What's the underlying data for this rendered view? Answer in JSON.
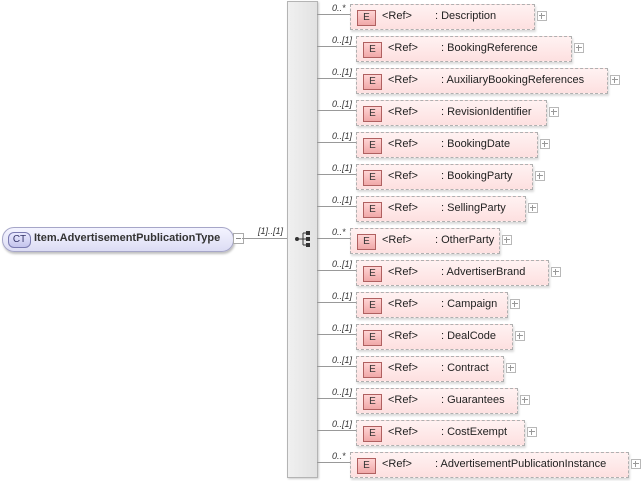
{
  "complex_type": {
    "badge": "CT",
    "name": "Item.AdvertisementPublicationType",
    "cardinality": "[1]..[1]"
  },
  "compositor": {
    "icon": "sequence-icon"
  },
  "elements": [
    {
      "badge": "E",
      "ref": "<Ref>",
      "name": ": Description",
      "cardinality": "0..*"
    },
    {
      "badge": "E",
      "ref": "<Ref>",
      "name": ": BookingReference",
      "cardinality": "0..[1]"
    },
    {
      "badge": "E",
      "ref": "<Ref>",
      "name": ": AuxiliaryBookingReferences",
      "cardinality": "0..[1]"
    },
    {
      "badge": "E",
      "ref": "<Ref>",
      "name": ": RevisionIdentifier",
      "cardinality": "0..[1]"
    },
    {
      "badge": "E",
      "ref": "<Ref>",
      "name": ": BookingDate",
      "cardinality": "0..[1]"
    },
    {
      "badge": "E",
      "ref": "<Ref>",
      "name": ": BookingParty",
      "cardinality": "0..[1]"
    },
    {
      "badge": "E",
      "ref": "<Ref>",
      "name": ": SellingParty",
      "cardinality": "0..[1]"
    },
    {
      "badge": "E",
      "ref": "<Ref>",
      "name": ": OtherParty",
      "cardinality": "0..*"
    },
    {
      "badge": "E",
      "ref": "<Ref>",
      "name": ": AdvertiserBrand",
      "cardinality": "0..[1]"
    },
    {
      "badge": "E",
      "ref": "<Ref>",
      "name": ": Campaign",
      "cardinality": "0..[1]"
    },
    {
      "badge": "E",
      "ref": "<Ref>",
      "name": ": DealCode",
      "cardinality": "0..[1]"
    },
    {
      "badge": "E",
      "ref": "<Ref>",
      "name": ": Contract",
      "cardinality": "0..[1]"
    },
    {
      "badge": "E",
      "ref": "<Ref>",
      "name": ": Guarantees",
      "cardinality": "0..[1]"
    },
    {
      "badge": "E",
      "ref": "<Ref>",
      "name": ": CostExempt",
      "cardinality": "0..[1]"
    },
    {
      "badge": "E",
      "ref": "<Ref>",
      "name": ": AdvertisementPublicationInstance",
      "cardinality": "0..*"
    }
  ],
  "colors": {
    "ct_fill": "#dcdcf4",
    "element_fill": "#fde0e0",
    "element_badge": "#f0a8a8",
    "connector": "#999999"
  }
}
